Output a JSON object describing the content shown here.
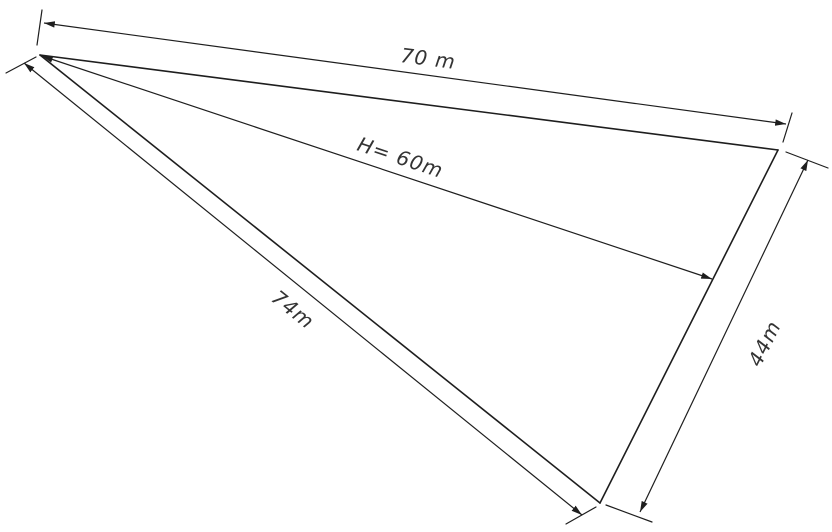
{
  "dimensions": {
    "side_top": "70 m",
    "height": "H= 60m",
    "side_left": "74m",
    "side_right": "44m"
  }
}
